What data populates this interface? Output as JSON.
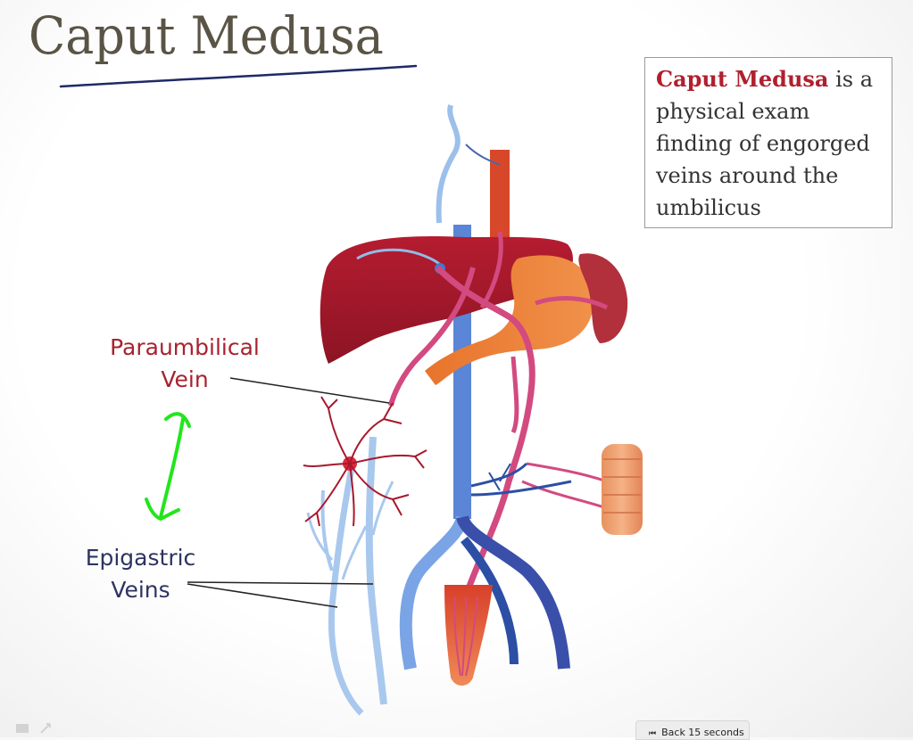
{
  "slide": {
    "title": "Caput Medusa",
    "info": {
      "term": "Caput Medusa",
      "text": " is a physical exam finding of engorged veins around the umbilicus"
    }
  },
  "labels": {
    "paraumbilical_line1": "Paraumbilical",
    "paraumbilical_line2": "Vein",
    "epigastric_line1": "Epigastric",
    "epigastric_line2": "Veins"
  },
  "player": {
    "back_label": "Back 15 seconds",
    "back_icon": "skip-back-icon"
  },
  "colors": {
    "title": "#5a5446",
    "accent_red": "#b0202e",
    "label_blue": "#2d3461",
    "annotation_green": "#22e61c",
    "liver": "#a8182c",
    "vena": "#5b85d6",
    "portal": "#d24a80"
  }
}
